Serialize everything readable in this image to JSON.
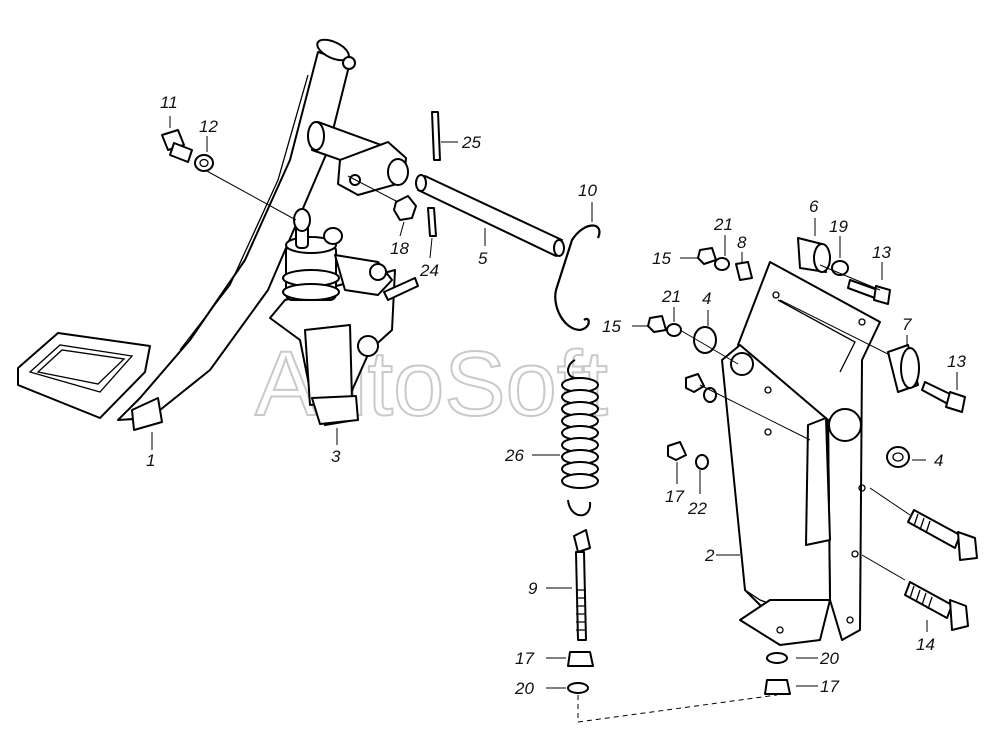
{
  "watermark": "AutoSoft",
  "callouts": {
    "c1": "1",
    "c2": "2",
    "c3": "3",
    "c4a": "4",
    "c4b": "4",
    "c5": "5",
    "c6": "6",
    "c7": "7",
    "c8": "8",
    "c9": "9",
    "c10": "10",
    "c11": "11",
    "c12": "12",
    "c13a": "13",
    "c13b": "13",
    "c14": "14",
    "c15a": "15",
    "c15b": "15",
    "c17a": "17",
    "c17b": "17",
    "c17c": "17",
    "c18": "18",
    "c19": "19",
    "c20a": "20",
    "c20b": "20",
    "c21a": "21",
    "c21b": "21",
    "c22": "22",
    "c24": "24",
    "c25": "25",
    "c26": "26"
  }
}
